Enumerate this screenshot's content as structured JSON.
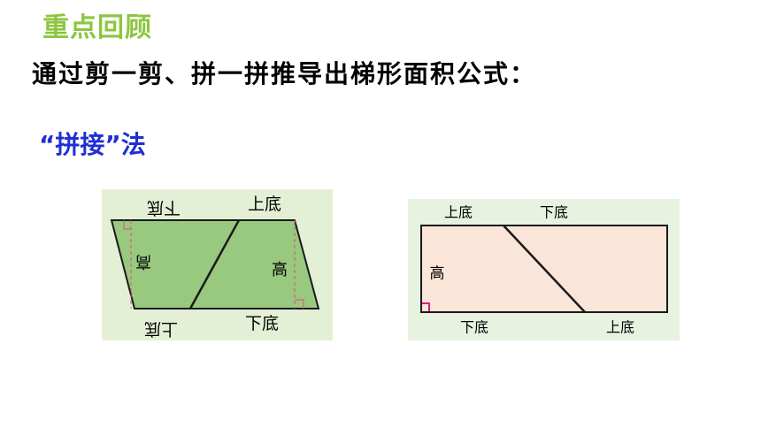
{
  "heading": "重点回顾",
  "intro": "通过剪一剪、拼一拼推导出梯形面积公式：",
  "method": "“拼接”法",
  "figure1": {
    "label_top_left": "下底",
    "label_top_right": "上底",
    "label_height_left": "高",
    "label_height_right": "高",
    "label_bottom_left": "上底",
    "label_bottom_right": "下底"
  },
  "figure2": {
    "label_top_left": "上底",
    "label_top_right": "下底",
    "label_height": "高",
    "label_bottom_left": "下底",
    "label_bottom_right": "上底"
  },
  "colors": {
    "heading": "#8cc63f",
    "method": "#1f2fd4",
    "fig1_bg": "#e4f0d6",
    "fig1_fill": "#98c97f",
    "fig2_bg": "#e7f2e1",
    "fig2_fill": "#fbe5d9",
    "right_angle_mark": "#d61f7f"
  }
}
